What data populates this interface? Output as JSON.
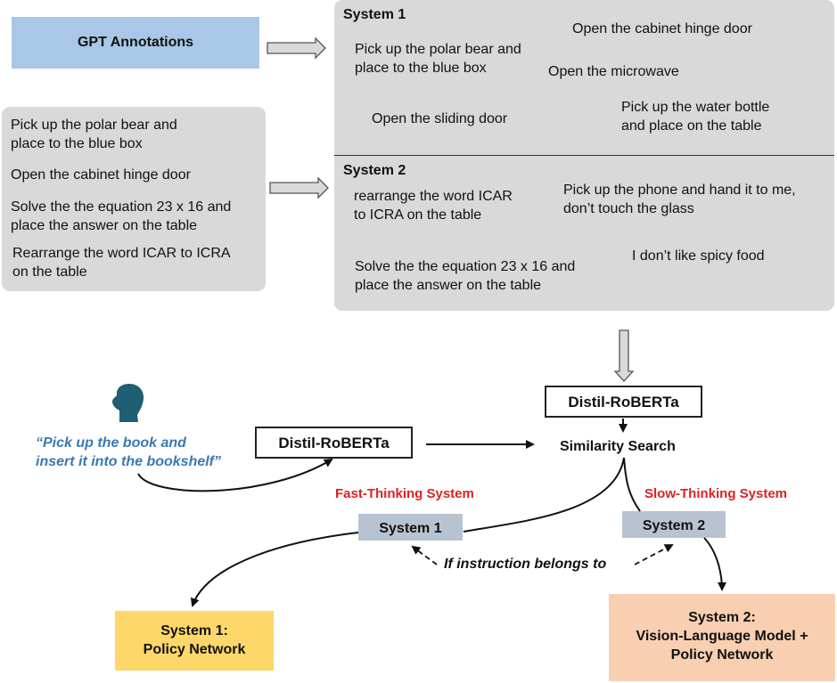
{
  "gpt_annotations": "GPT Annotations",
  "left_examples": [
    "Pick up the polar bear and\nplace to the blue box",
    "Open the cabinet hinge door",
    "Solve the the equation 23 x 16 and\nplace the answer on the table",
    "Rearrange the word ICAR to ICRA\non the table"
  ],
  "system1_panel": {
    "title": "System 1",
    "items": [
      "Open the cabinet hinge door",
      "Pick up the polar bear and\nplace to the blue box",
      "Open the microwave",
      "Open the sliding door",
      "Pick up the water bottle\nand place on the table"
    ]
  },
  "system2_panel": {
    "title": "System 2",
    "items": [
      "rearrange the word ICAR\nto ICRA on the table",
      "Pick up the phone and hand it to me,\ndon’t touch the glass",
      "I don’t like spicy food",
      "Solve the the equation 23 x 16 and\nplace the answer on the table"
    ]
  },
  "encoder_top": "Distil-RoBERTa",
  "encoder_left": "Distil-RoBERTa",
  "similarity_search": "Similarity Search",
  "user_instruction": "“Pick up the book and\ninsert it into the bookshelf”",
  "fast_label": "Fast-Thinking System",
  "slow_label": "Slow-Thinking System",
  "sys1_box": "System 1",
  "sys2_box": "System 2",
  "condition": "If instruction belongs to",
  "policy1": "System 1:\nPolicy Network",
  "policy2": "System 2:\nVision-Language Model +\nPolicy Network",
  "colors": {
    "annotations_bg": "#a9c7e6",
    "panel_bg": "#d9d9d9",
    "system_box_bg": "#b8c3d2",
    "policy1_bg": "#fdd76a",
    "policy2_bg": "#f8cfb0",
    "label_red": "#e02020",
    "quote_blue": "#3a78b5",
    "head_icon": "#1f5f73"
  },
  "icons": [
    "head-silhouette-icon",
    "block-arrow-right-icon",
    "block-arrow-down-icon"
  ]
}
